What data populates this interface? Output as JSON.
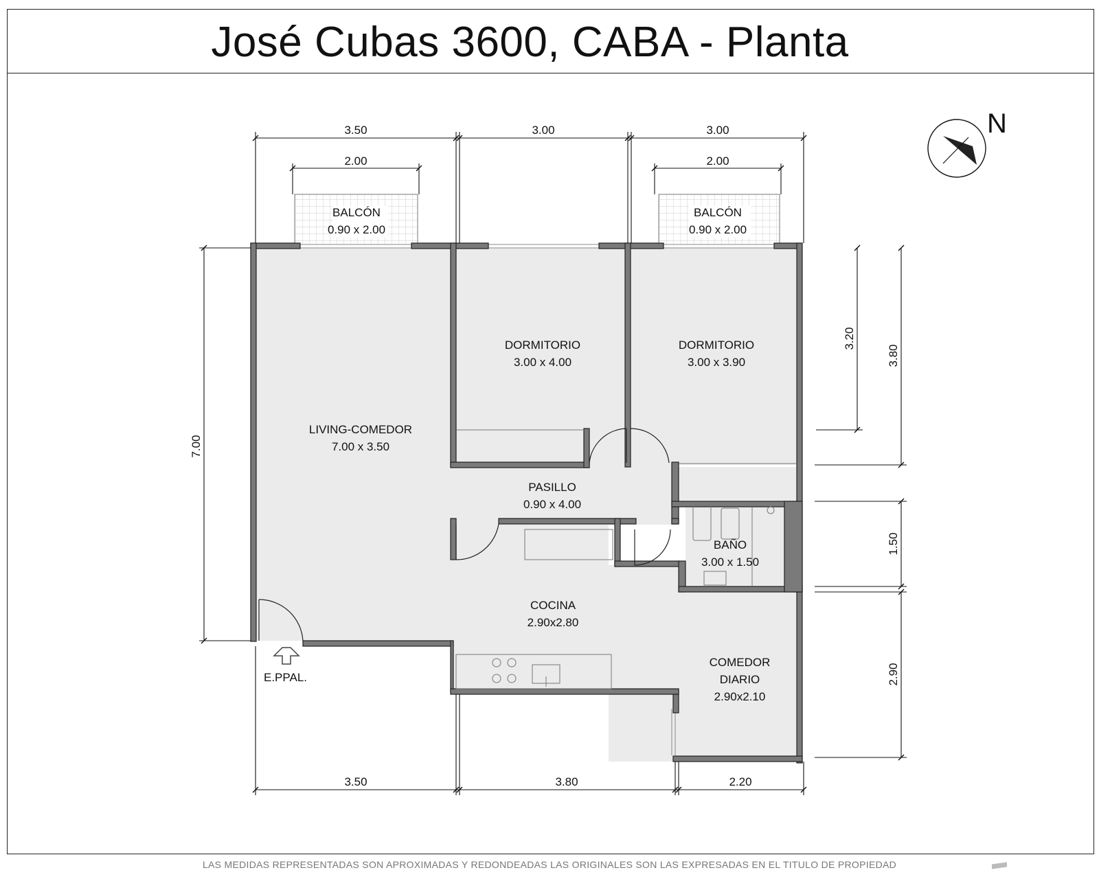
{
  "title": "José Cubas 3600, CABA - Planta",
  "disclaimer": "LAS MEDIDAS REPRESENTADAS SON APROXIMADAS Y REDONDEADAS LAS ORIGINALES SON LAS EXPRESADAS EN EL TITULO DE PROPIEDAD",
  "north_label": "N",
  "rooms": {
    "balcon_left": {
      "name": "BALCÓN",
      "size": "0.90 x 2.00"
    },
    "balcon_right": {
      "name": "BALCÓN",
      "size": "0.90 x 2.00"
    },
    "dormitorio_1": {
      "name": "DORMITORIO",
      "size": "3.00 x 4.00"
    },
    "dormitorio_2": {
      "name": "DORMITORIO",
      "size": "3.00 x 3.90"
    },
    "living": {
      "name": "LIVING-COMEDOR",
      "size": "7.00 x 3.50"
    },
    "pasillo": {
      "name": "PASILLO",
      "size": "0.90 x 4.00"
    },
    "bano": {
      "name": "BAÑO",
      "size": "3.00 x 1.50"
    },
    "cocina": {
      "name": "COCINA",
      "size": "2.90x2.80"
    },
    "comedor_diario": {
      "name": "COMEDOR",
      "name2": "DIARIO",
      "size": "2.90x2.10"
    }
  },
  "entrance_label": "E.PPAL.",
  "dimensions": {
    "top_1": "3.50",
    "top_2": "3.00",
    "top_3": "3.00",
    "balcony_left": "2.00",
    "balcony_right": "2.00",
    "left_height": "7.00",
    "right_3_20": "3.20",
    "right_3_80": "3.80",
    "right_1_50": "1.50",
    "right_2_90": "2.90",
    "bottom_1": "3.50",
    "bottom_2": "3.80",
    "bottom_3": "2.20"
  }
}
